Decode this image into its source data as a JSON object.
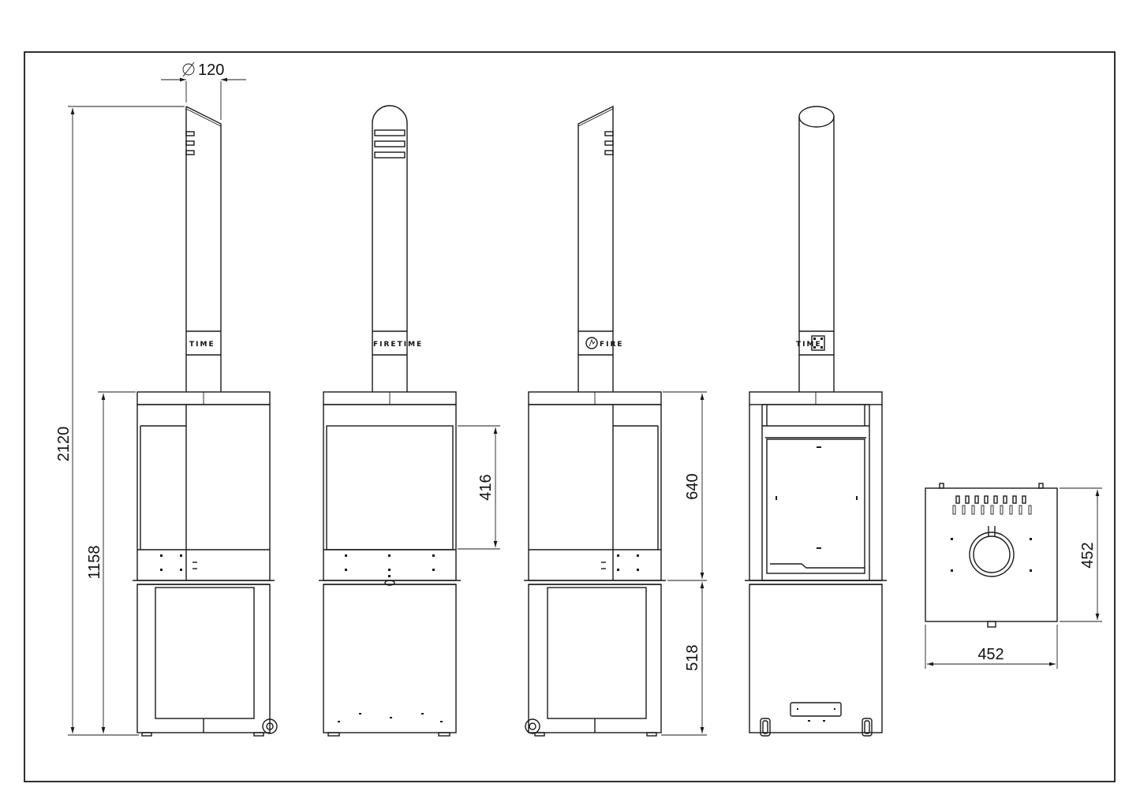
{
  "dimensions": {
    "flue_diameter": "120",
    "total_height": "2120",
    "body_height": "1158",
    "window_height": "416",
    "upper_height": "640",
    "base_height": "518",
    "top_depth": "452",
    "top_width": "452"
  },
  "brand": {
    "full": "FIRETIME",
    "partial_left": "FIRE",
    "partial_right": "TIME",
    "partial_side": "FIRE",
    "partial_back": "TIME"
  },
  "colors": {
    "line": "#1a1a1a",
    "background": "#ffffff"
  }
}
